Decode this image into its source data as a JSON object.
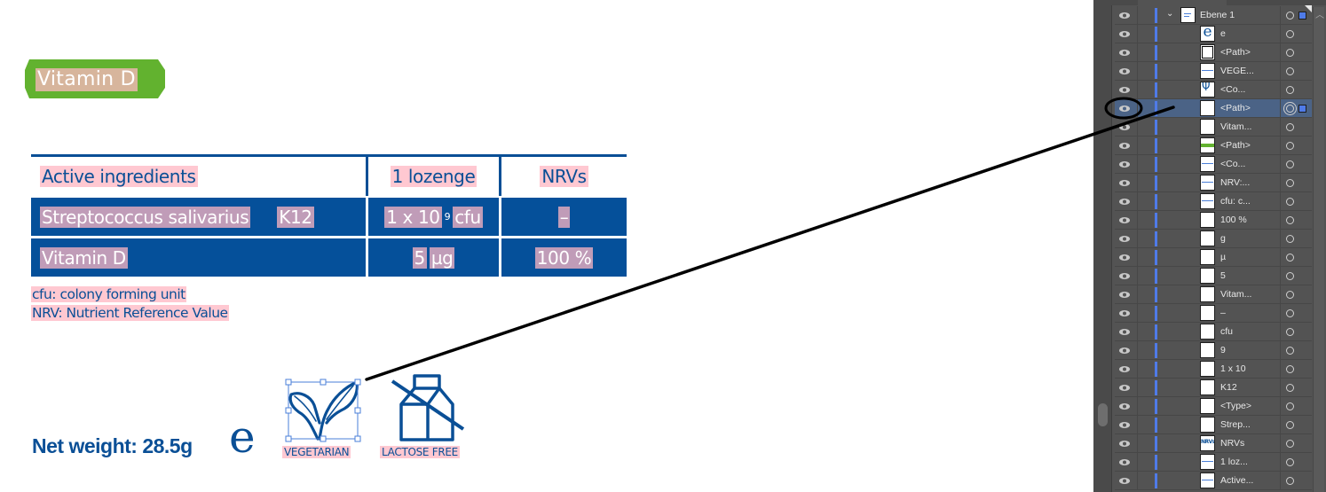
{
  "artboard": {
    "badge": {
      "label": "Vitamin D",
      "color": "#62b22f"
    },
    "table": {
      "headers": [
        "Active ingredients",
        "1 lozenge",
        "NRVs"
      ],
      "rows": [
        {
          "ingredient": "Streptococcus salivarius",
          "strain": "K12",
          "amount_base": "1 x 10",
          "amount_exp": "9",
          "amount_unit": "cfu",
          "nrv": "–"
        },
        {
          "ingredient": "Vitamin D",
          "strain": "",
          "amount_base": "5",
          "amount_exp": "",
          "amount_unit": "µg",
          "nrv": "100 %"
        }
      ],
      "header_color": "#0a4f96",
      "row_color": "#05509a"
    },
    "notes": [
      "cfu: colony forming unit",
      "NRV: Nutrient Reference Value"
    ],
    "net_weight": "Net weight: 28.5g",
    "e_mark": "e",
    "icons": [
      {
        "icon": "vegetarian-leaf-icon",
        "label": "VEGETARIAN",
        "selected": true
      },
      {
        "icon": "lactose-free-milk-icon",
        "label": "LACTOSE FREE",
        "selected": false
      }
    ]
  },
  "layers_panel": {
    "parent": {
      "name": "Ebene 1",
      "expanded": true
    },
    "layers": [
      {
        "name": "e",
        "thumb": "e"
      },
      {
        "name": "<Path>",
        "thumb": "frame"
      },
      {
        "name": "VEGE...",
        "thumb": "lines"
      },
      {
        "name": "<Co...",
        "thumb": "leaf"
      },
      {
        "name": "<Path>",
        "thumb": "blank",
        "selected": true
      },
      {
        "name": "Vitam...",
        "thumb": "blank"
      },
      {
        "name": "<Path>",
        "thumb": "green"
      },
      {
        "name": "<Co...",
        "thumb": "lines"
      },
      {
        "name": "NRV:...",
        "thumb": "lines"
      },
      {
        "name": "cfu: c...",
        "thumb": "lines"
      },
      {
        "name": "100 %",
        "thumb": "blank"
      },
      {
        "name": "g",
        "thumb": "blank"
      },
      {
        "name": "µ",
        "thumb": "blank"
      },
      {
        "name": "5",
        "thumb": "blank"
      },
      {
        "name": "Vitam...",
        "thumb": "blank"
      },
      {
        "name": "–",
        "thumb": "blank"
      },
      {
        "name": "cfu",
        "thumb": "blank"
      },
      {
        "name": "9",
        "thumb": "blank"
      },
      {
        "name": "1 x 10",
        "thumb": "blank"
      },
      {
        "name": "K12",
        "thumb": "blank"
      },
      {
        "name": "<Type>",
        "thumb": "blank"
      },
      {
        "name": "Strep...",
        "thumb": "blank"
      },
      {
        "name": "NRVs",
        "thumb": "nrvs"
      },
      {
        "name": "1 loz...",
        "thumb": "lines"
      },
      {
        "name": "Active...",
        "thumb": "lines"
      }
    ],
    "layer_color": "#4f7be8"
  }
}
